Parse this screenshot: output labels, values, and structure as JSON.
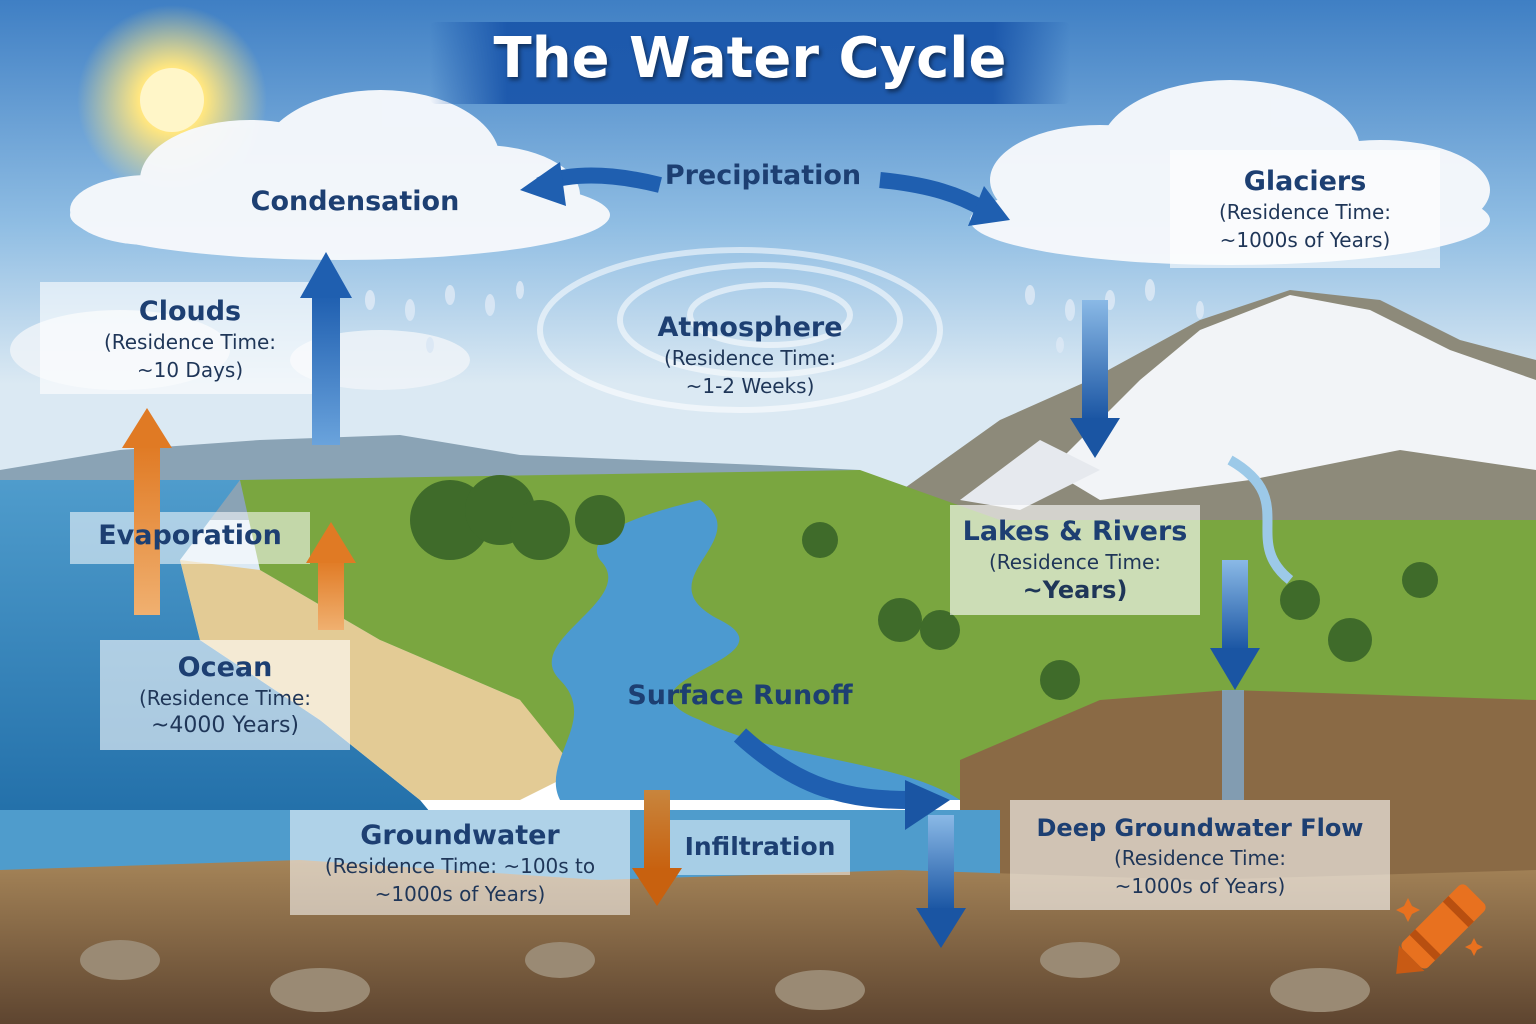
{
  "title": "The Water Cycle",
  "labels": {
    "condensation": "Condensation",
    "precipitation": "Precipitation",
    "evaporation": "Evaporation",
    "surface_runoff": "Surface Runoff",
    "infiltration": "Infiltration"
  },
  "reservoirs": {
    "clouds": {
      "name": "Clouds",
      "line1": "(Residence Time:",
      "line2": "~10 Days)"
    },
    "atmosphere": {
      "name": "Atmosphere",
      "line1": "(Residence Time:",
      "line2": "~1-2 Weeks)"
    },
    "glaciers": {
      "name": "Glaciers",
      "line1": "(Residence Time:",
      "line2": "~1000s of Years)"
    },
    "lakes_rivers": {
      "name": "Lakes & Rivers",
      "line1": "(Residence Time:",
      "line2": "~Years)"
    },
    "ocean": {
      "name": "Ocean",
      "line1": "(Residence Time:",
      "line2": "~4000 Years)"
    },
    "groundwater": {
      "name": "Groundwater",
      "line1": "(Residence Time:  ~100s to",
      "line2": "~1000s of Years)"
    },
    "deep_groundwater": {
      "name": "Deep Groundwater Flow",
      "line1": "(Residence Time:",
      "line2": "~1000s of Years)"
    }
  },
  "colors": {
    "title_banner": "#1955aa",
    "text_blue": "#1d3f72",
    "accent_orange": "#d66a1c",
    "arrow_blue": "#1f5fb0",
    "sky_top": "#3f7fc4",
    "ocean": "#2f82bf",
    "grass": "#7aa640",
    "soil": "#8a6a45"
  },
  "icons": [
    "sun-icon",
    "crayon-logo-icon"
  ]
}
